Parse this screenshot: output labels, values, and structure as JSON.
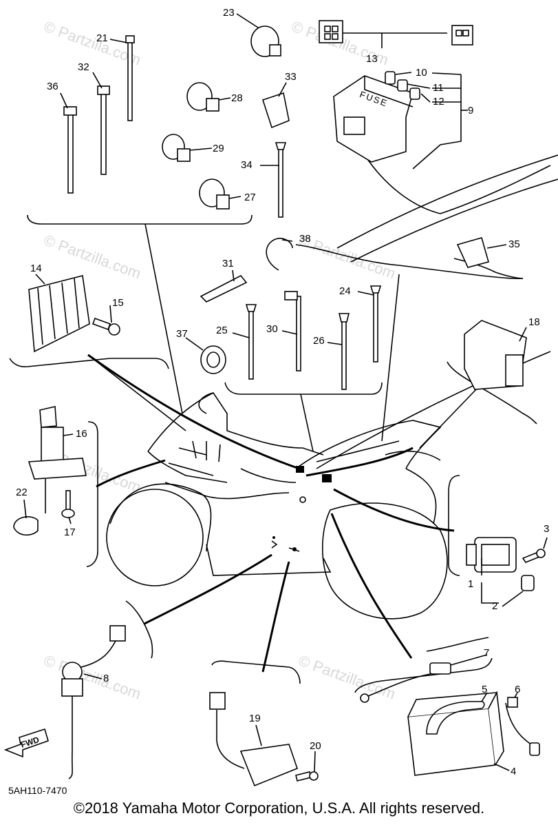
{
  "diagram": {
    "diagram_code": "5AH110-7470",
    "copyright": "©2018 Yamaha Motor Corporation, U.S.A. All rights reserved.",
    "watermark": "© Partzilla.com",
    "fwd_label": "FWD",
    "fuse_label": "FUSE",
    "callouts": [
      "1",
      "2",
      "3",
      "4",
      "5",
      "6",
      "7",
      "8",
      "9",
      "10",
      "11",
      "12",
      "13",
      "14",
      "15",
      "16",
      "17",
      "18",
      "19",
      "20",
      "21",
      "22",
      "23",
      "24",
      "25",
      "26",
      "27",
      "28",
      "29",
      "30",
      "31",
      "32",
      "33",
      "34",
      "35",
      "36",
      "37",
      "38"
    ]
  },
  "colors": {
    "line": "#000000",
    "background": "#ffffff",
    "watermark": "#d8d8d8"
  }
}
